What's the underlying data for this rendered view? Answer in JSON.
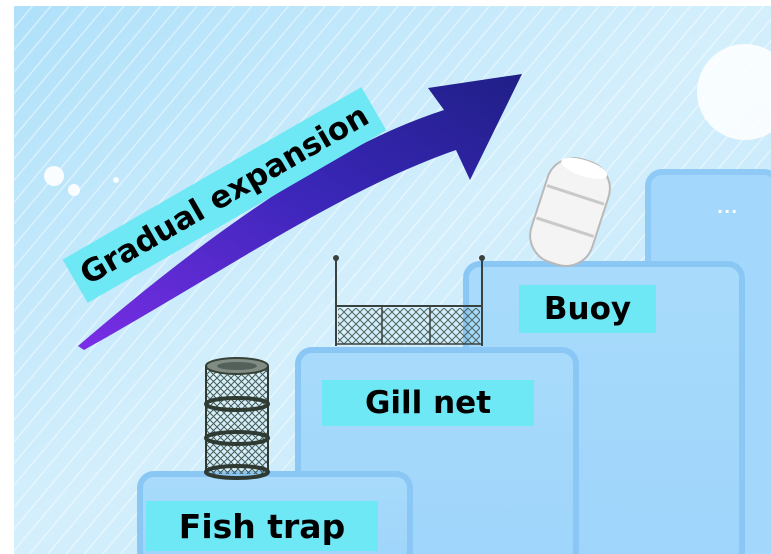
{
  "labels": {
    "expansion": "Gradual expansion",
    "fish_trap": "Fish trap",
    "gill_net": "Gill net",
    "buoy": "Buoy",
    "more": "..."
  },
  "colors": {
    "background": "#bfe6fb",
    "label_fill": "#6ee8f4",
    "arrow_dark": "#1d1e8a",
    "arrow_light": "#6a2ae0",
    "step_fill": "#a9dcfb"
  }
}
